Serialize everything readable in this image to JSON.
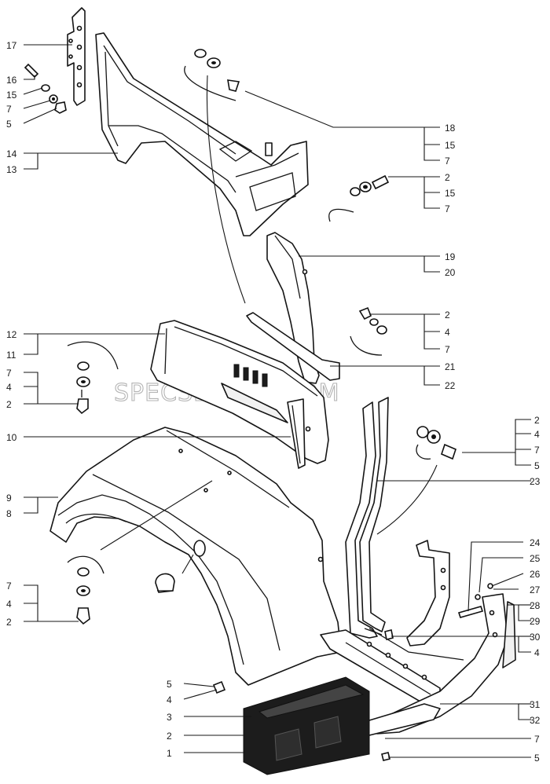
{
  "diagram": {
    "watermark": "SPECSERVER.COM",
    "callouts_left": [
      "17",
      "16",
      "15",
      "7",
      "5",
      "14",
      "13",
      "12",
      "11",
      "7",
      "4",
      "2",
      "10",
      "9",
      "8",
      "7",
      "4",
      "2",
      "5",
      "4",
      "3",
      "2",
      "1"
    ],
    "callouts_right": [
      "18",
      "15",
      "7",
      "2",
      "15",
      "7",
      "19",
      "20",
      "2",
      "4",
      "7",
      "21",
      "22",
      "2",
      "4",
      "7",
      "5",
      "23",
      "24",
      "25",
      "26",
      "27",
      "28",
      "29",
      "30",
      "4",
      "31",
      "32",
      "7",
      "5"
    ]
  }
}
